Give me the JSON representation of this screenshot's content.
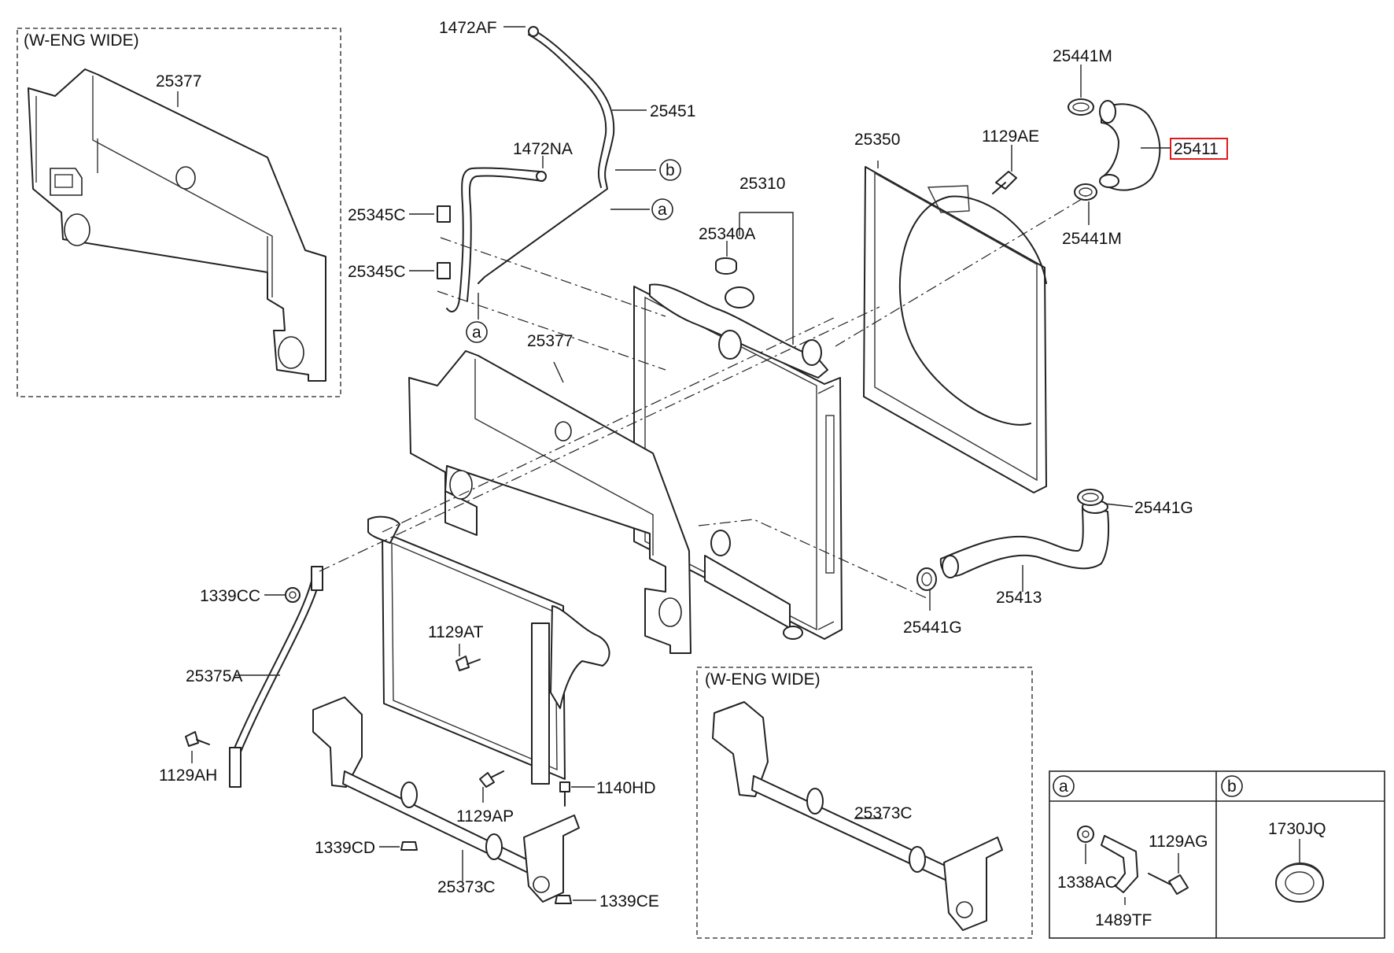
{
  "groups": {
    "w_eng_wide_top": "(W-ENG WIDE)",
    "w_eng_wide_bottom": "(W-ENG WIDE)"
  },
  "callouts": {
    "a": "a",
    "b": "b"
  },
  "labels": {
    "p_25377_top": "25377",
    "p_1472AF": "1472AF",
    "p_25451": "25451",
    "p_1472NA": "1472NA",
    "p_25345C_1": "25345C",
    "p_25345C_2": "25345C",
    "p_25310": "25310",
    "p_25340A": "25340A",
    "p_25350": "25350",
    "p_1129AE": "1129AE",
    "p_25441M_top": "25441M",
    "p_25411": "25411",
    "p_25441M_bot": "25441M",
    "p_25377_mid": "25377",
    "p_25441G_right": "25441G",
    "p_25413": "25413",
    "p_25441G_left": "25441G",
    "p_1339CC": "1339CC",
    "p_25375A": "25375A",
    "p_1129AH": "1129AH",
    "p_1129AT": "1129AT",
    "p_1129AP": "1129AP",
    "p_1140HD": "1140HD",
    "p_1339CD": "1339CD",
    "p_25373C_left": "25373C",
    "p_1339CE": "1339CE",
    "p_25373C_right": "25373C"
  },
  "legend": {
    "a_title": "a",
    "b_title": "b",
    "p_1129AG": "1129AG",
    "p_1338AC": "1338AC",
    "p_1489TF": "1489TF",
    "p_1730JQ": "1730JQ"
  },
  "highlighted_part": "25411",
  "colors": {
    "line": "#222222",
    "highlight": "#e01a1a",
    "background": "#ffffff"
  }
}
